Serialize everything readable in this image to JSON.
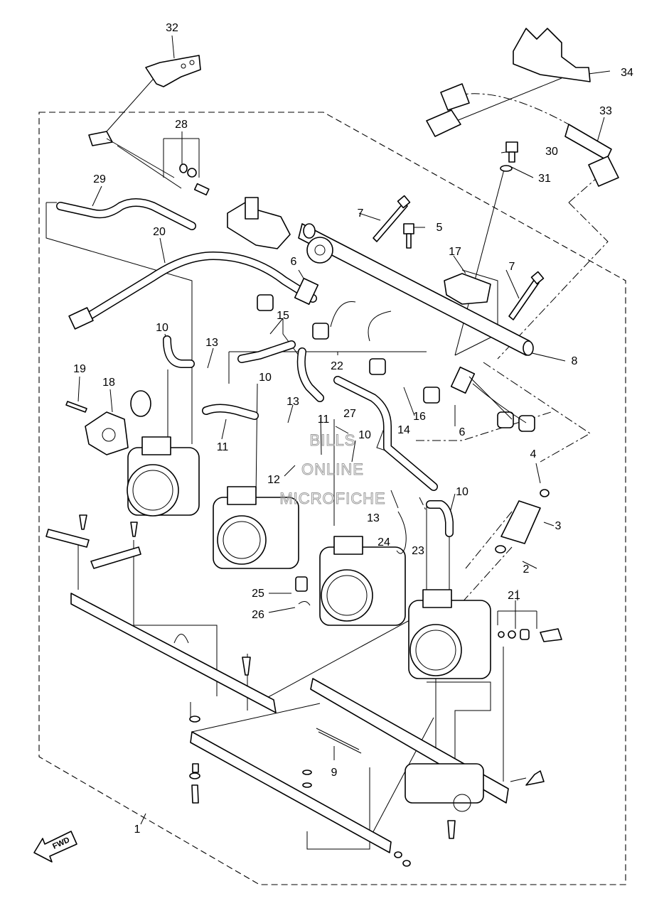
{
  "diagram": {
    "labels": [
      "1",
      "2",
      "3",
      "4",
      "5",
      "6",
      "6",
      "7",
      "7",
      "8",
      "9",
      "10",
      "10",
      "10",
      "10",
      "11",
      "11",
      "12",
      "13",
      "13",
      "13",
      "14",
      "15",
      "16",
      "17",
      "18",
      "19",
      "20",
      "21",
      "22",
      "23",
      "24",
      "25",
      "26",
      "27",
      "28",
      "29",
      "30",
      "31",
      "32",
      "33",
      "34"
    ],
    "watermark": [
      "BILLS",
      "ONLINE",
      "MICROFICHE"
    ],
    "fwd_label": "FWD"
  }
}
